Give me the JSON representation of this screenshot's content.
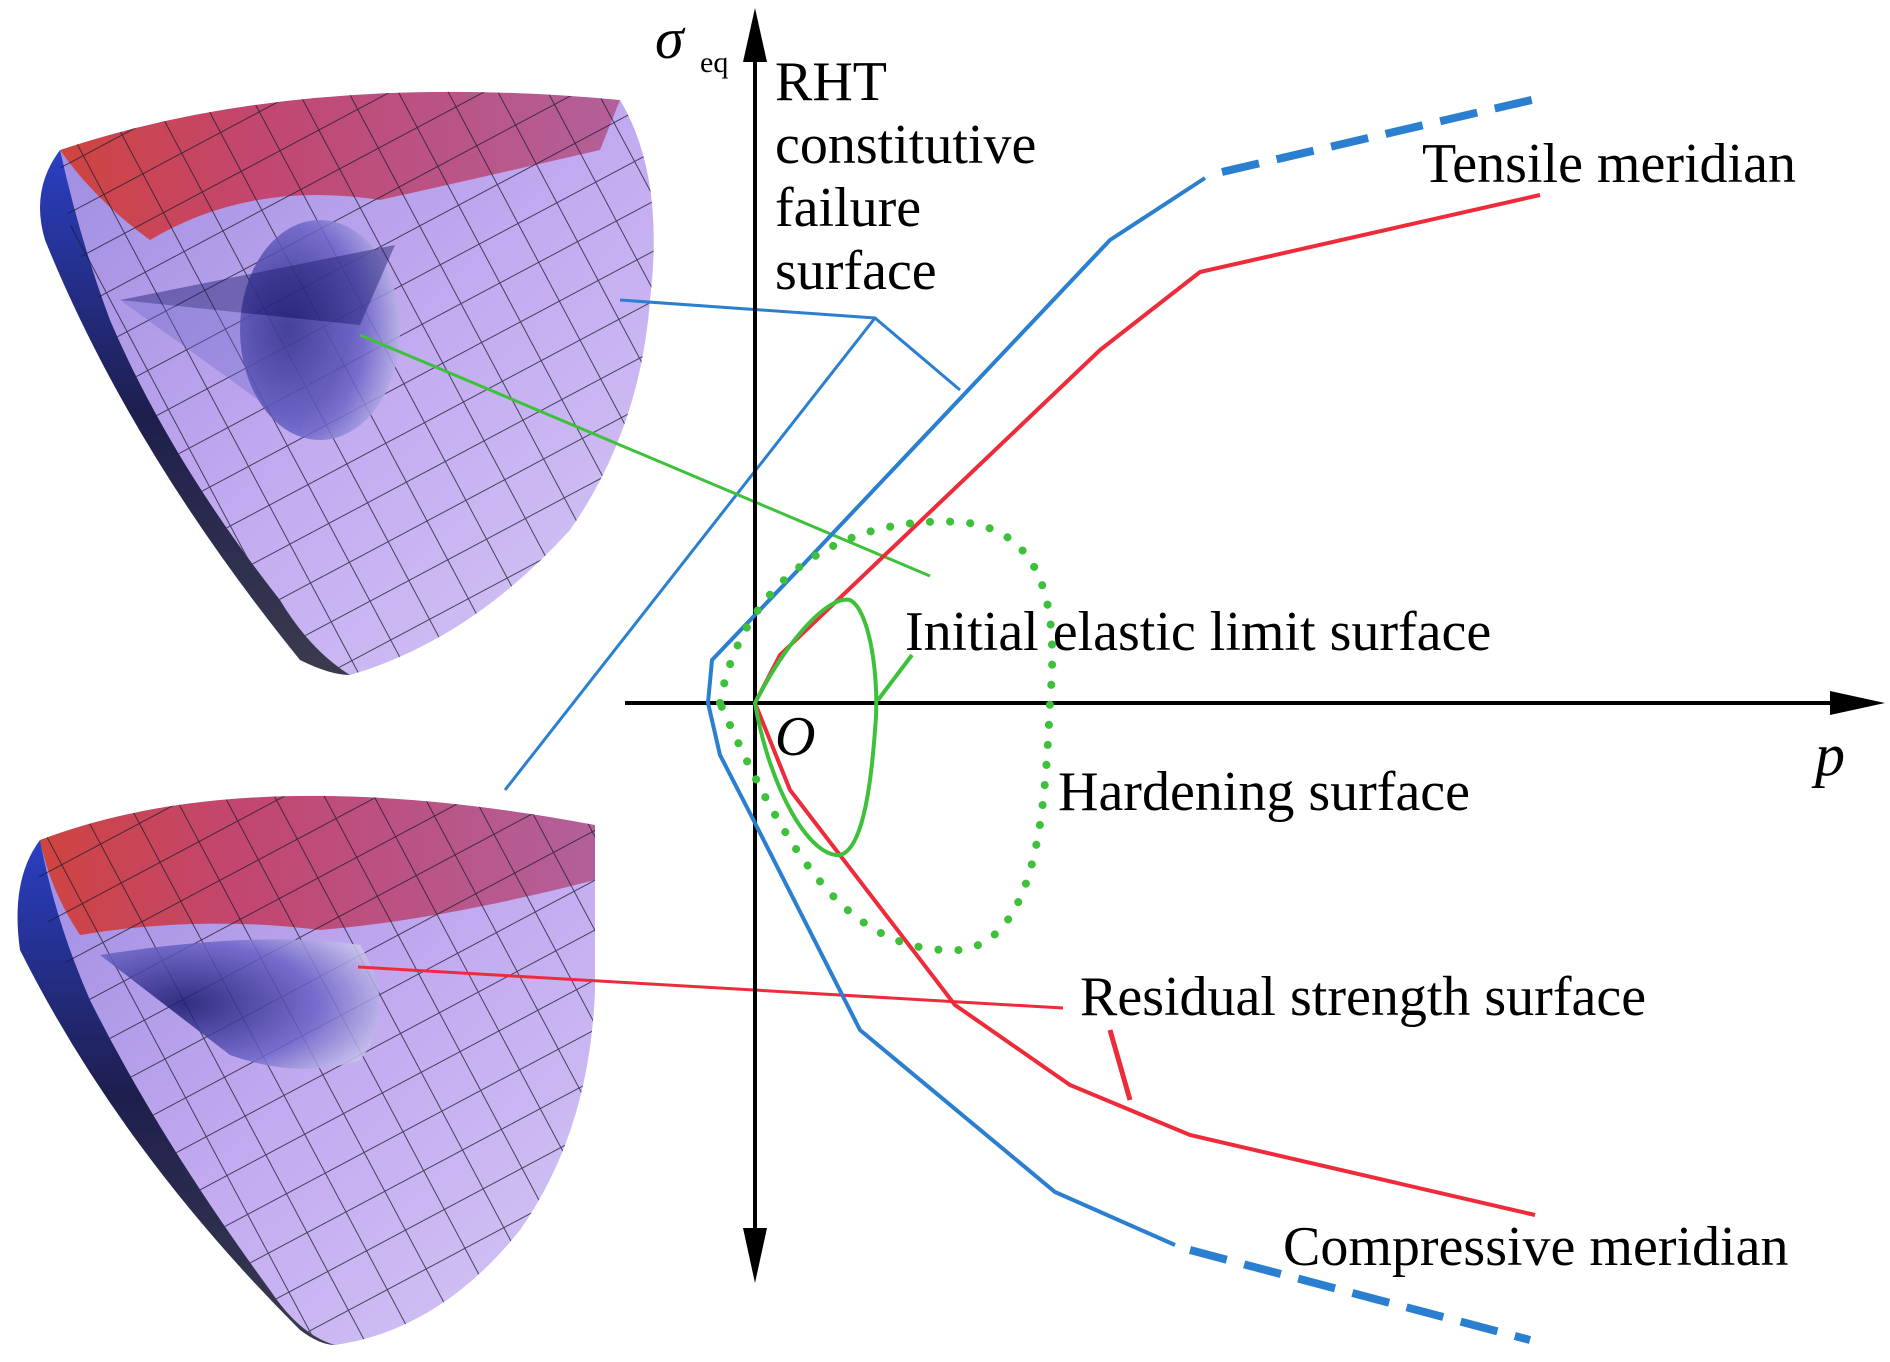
{
  "axes": {
    "y_symbol": "σ",
    "y_subscript": "eq",
    "x_symbol": "p",
    "origin": "O"
  },
  "labels": {
    "rht_line1": "RHT",
    "rht_line2": "constitutive",
    "rht_line3": "failure",
    "rht_line4": "surface",
    "tensile_meridian": "Tensile meridian",
    "compressive_meridian": "Compressive meridian",
    "initial_elastic": "Initial elastic limit surface",
    "hardening": "Hardening surface",
    "residual": "Residual strength surface"
  },
  "colors": {
    "failure_surface": "#2a7fd0",
    "residual_surface": "#ee2b3b",
    "elastic_surface": "#3ec13a",
    "hardening_surface": "#3ec13a",
    "axis": "#000000",
    "surface_light": "#c4a9f0",
    "surface_top": "#c3436a",
    "surface_dark": "#26237a"
  }
}
